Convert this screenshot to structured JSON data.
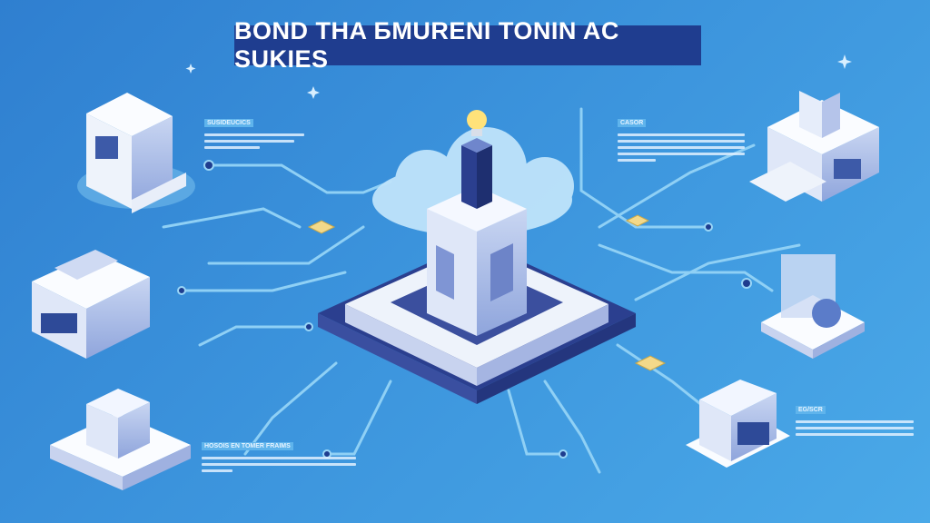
{
  "title": "BOND THA ƂMURENI TONIN AC SUKIES",
  "notes": [
    {
      "heading": "SUSIDEUCICS",
      "lines": 3
    },
    {
      "heading": "CASOR",
      "lines": 5
    },
    {
      "heading": "HOSOIS EN TOMER FRAIMS",
      "lines": 3
    },
    {
      "heading": "EG/SCR",
      "lines": 3
    }
  ],
  "colors": {
    "background": "#3b93dc",
    "banner": "#1f3d8f",
    "platform": "#eef3fb",
    "accent": "#f3c850"
  }
}
